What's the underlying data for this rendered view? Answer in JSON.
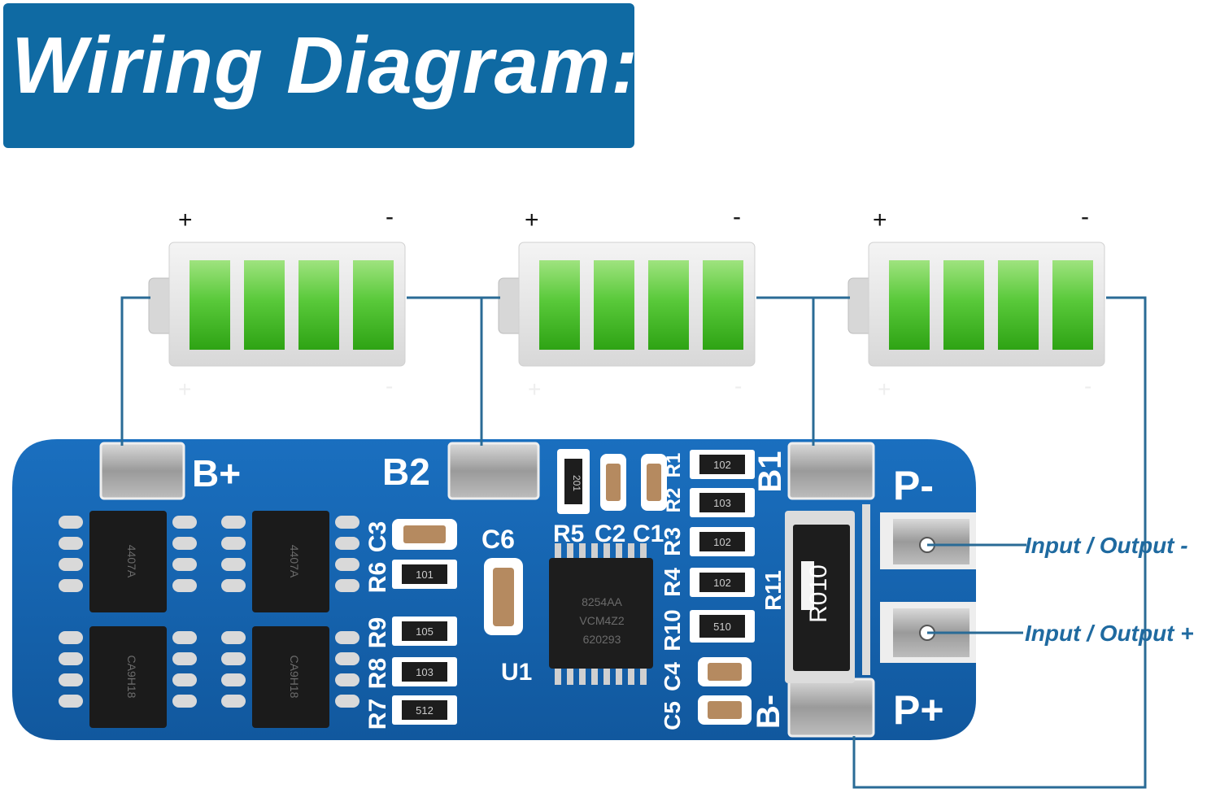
{
  "title": "Wiring Diagram:",
  "batteries": [
    {
      "plus": "+",
      "minus": "-"
    },
    {
      "plus": "+",
      "minus": "-"
    },
    {
      "plus": "+",
      "minus": "-"
    }
  ],
  "board": {
    "pads": {
      "b_plus": "B+",
      "b2": "B2",
      "b1": "B1",
      "p_minus": "P-",
      "p_plus": "P+",
      "b_minus": "B-"
    },
    "silkscreen": [
      "C3",
      "R6",
      "R9",
      "R8",
      "R7",
      "C6",
      "R5",
      "C2",
      "C1",
      "U1",
      "R3",
      "R4",
      "R10",
      "C4",
      "C5",
      "R1",
      "R2",
      "R11"
    ],
    "mosfet_marking_line1": "4407A",
    "mosfet_marking_line2": "CA9H18",
    "ic_marking_line1": "8254AA",
    "ic_marking_line2": "VCM4Z2",
    "ic_marking_line3": "620293",
    "resistor_codes": [
      "102",
      "103",
      "102",
      "102",
      "101",
      "105",
      "103",
      "512",
      "201",
      "510"
    ],
    "shunt_marking": "R010"
  },
  "io_labels": {
    "minus": "Input / Output -",
    "plus": "Input / Output +"
  },
  "colors": {
    "banner": "#0f6aa3",
    "pcb": "#1565b0",
    "wire": "#2a6b96",
    "battery_green": "#3cbf1f"
  }
}
